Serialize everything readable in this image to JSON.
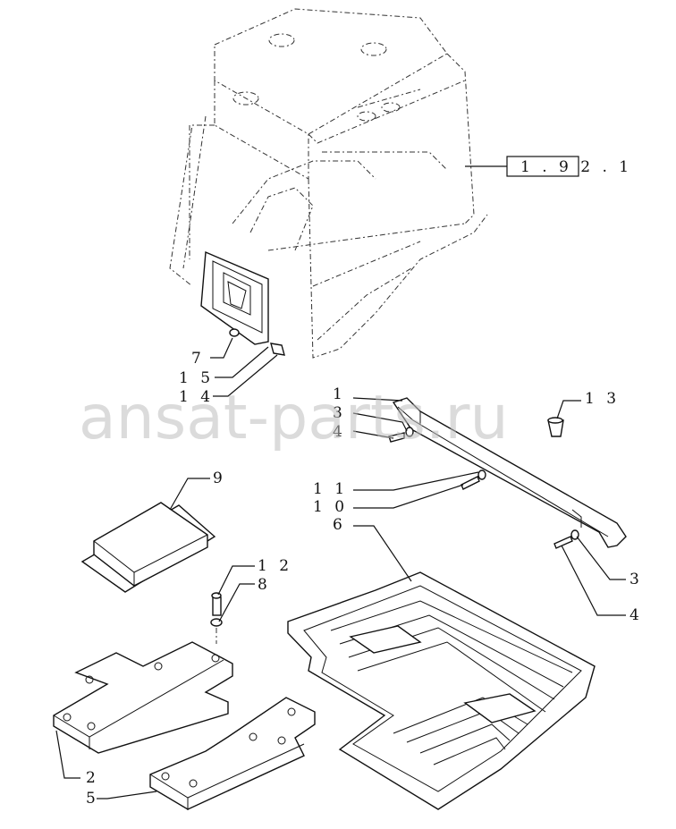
{
  "watermark": "ansat-parts.ru",
  "reference": "1 . 9 2 . 1",
  "callouts": {
    "c1": "1",
    "c2": "2",
    "c3a": "3",
    "c3b": "3",
    "c4a": "4",
    "c4b": "4",
    "c5": "5",
    "c6": "6",
    "c7": "7",
    "c8": "8",
    "c9": "9",
    "c10": "1 0",
    "c11": "1 1",
    "c12": "1 2",
    "c13": "1 3",
    "c14": "1 4",
    "c15": "1 5"
  },
  "colors": {
    "ink": "#111111",
    "watermark": "#bdbdbd",
    "background": "#ffffff"
  }
}
